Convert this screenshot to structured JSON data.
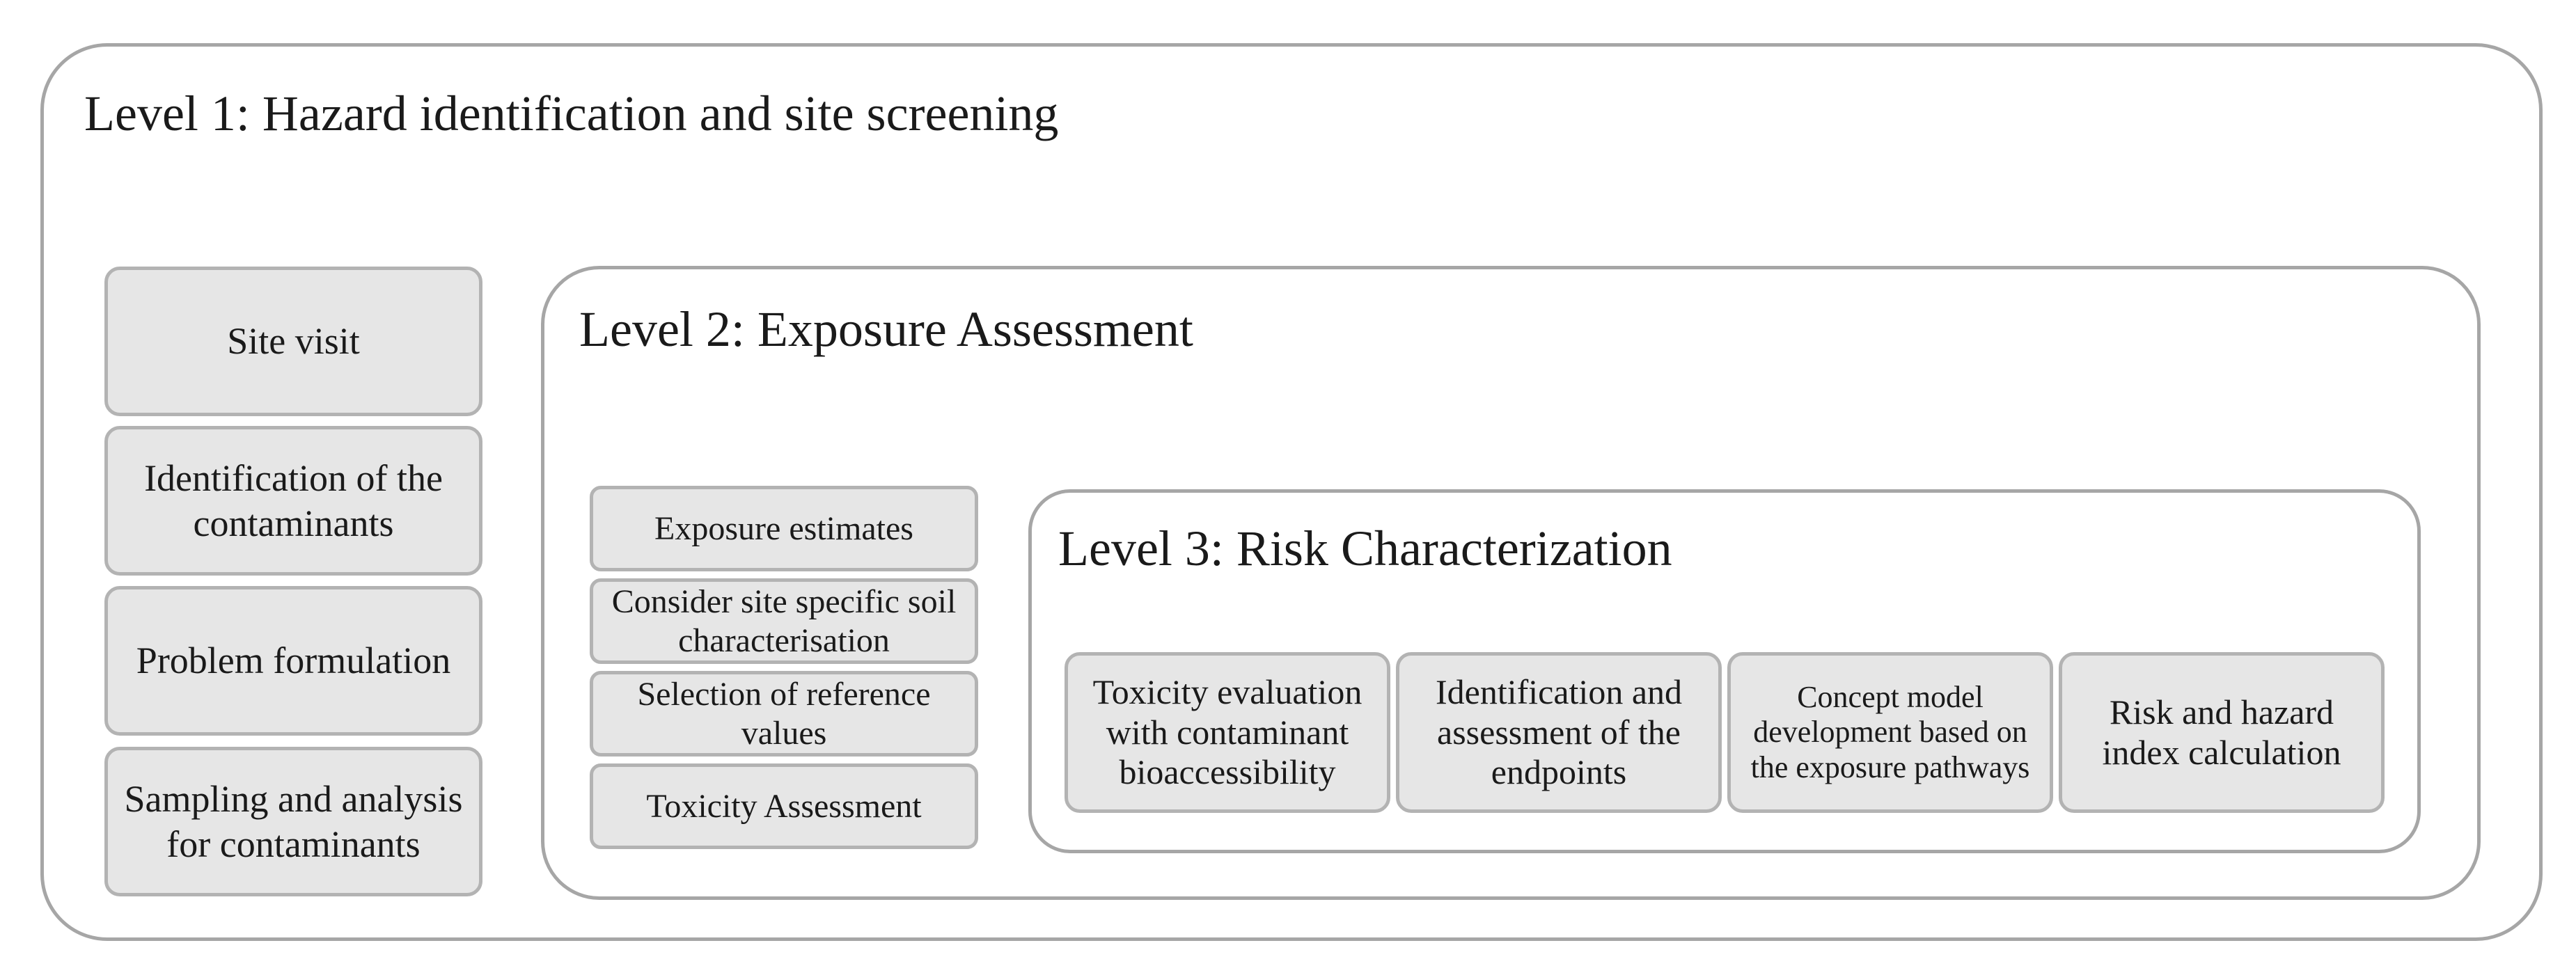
{
  "level1": {
    "title": "Level 1: Hazard identification and site screening",
    "items": [
      "Site visit",
      "Identification of the contaminants",
      "Problem formulation",
      "Sampling and analysis for contaminants"
    ]
  },
  "level2": {
    "title": "Level 2: Exposure Assessment",
    "items": [
      "Exposure estimates",
      "Consider site specific soil characterisation",
      "Selection of reference values",
      "Toxicity Assessment"
    ]
  },
  "level3": {
    "title": "Level 3: Risk Characterization",
    "items": [
      "Toxicity evaluation with contaminant bioaccessibility",
      "Identification and assessment of the endpoints",
      "Concept model development based on the exposure pathways",
      "Risk and hazard index calculation"
    ]
  },
  "colors": {
    "box_fill": "#e6e6e6",
    "box_border": "#b3b3b3",
    "container_border": "#a6a6a6"
  }
}
